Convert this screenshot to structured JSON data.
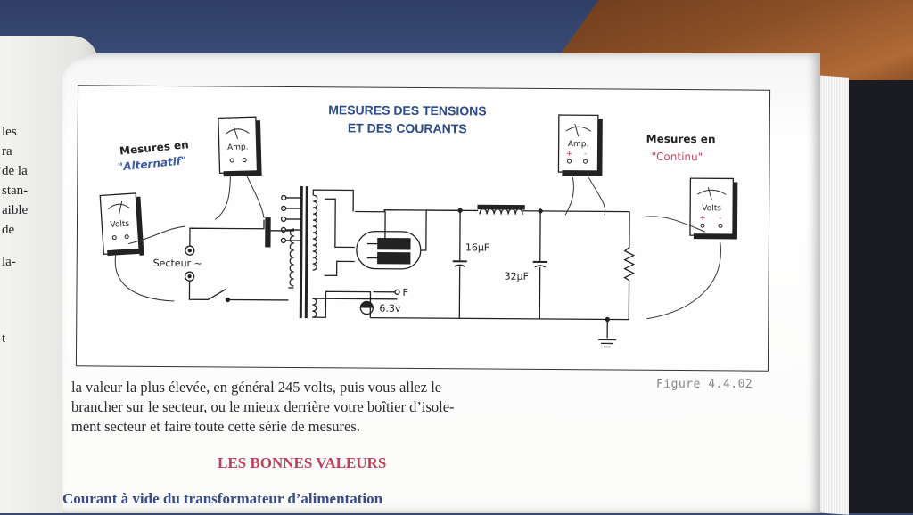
{
  "left_page": {
    "fragments": [
      "les",
      "ra",
      "de la",
      "stan-",
      "aible",
      "de",
      "la-",
      "t"
    ]
  },
  "figure": {
    "title_line1": "MESURES DES TENSIONS",
    "title_line2": "ET DES COURANTS",
    "label_alt_line1": "Mesures en",
    "label_alt_line2": "\"Alternatif\"",
    "label_cont_line1": "Mesures en",
    "label_cont_line2": "\"Continu\"",
    "meter_amp": "Amp.",
    "meter_volts": "Volts",
    "secteur": "Secteur ~",
    "cap1": "16µF",
    "cap2": "32µF",
    "filament_label": "F",
    "filament_voltage": "6.3v",
    "plus": "+",
    "minus": "-",
    "caption": "Figure 4.4.02",
    "colors": {
      "title": "#2b4a8c",
      "alt_label": "#3a5aa8",
      "cont_label": "#d04060",
      "line": "#333333"
    }
  },
  "body": {
    "line1": "la valeur la plus élevée, en général 245 volts, puis vous allez le",
    "line2": "brancher sur le secteur, ou le mieux derrière votre boîtier d’isole-",
    "line3": "ment secteur et faire toute cette série de mesures."
  },
  "section_title": "LES BONNES VALEURS",
  "subsection_main": "Courant à vide du transformateur d’alimentation"
}
